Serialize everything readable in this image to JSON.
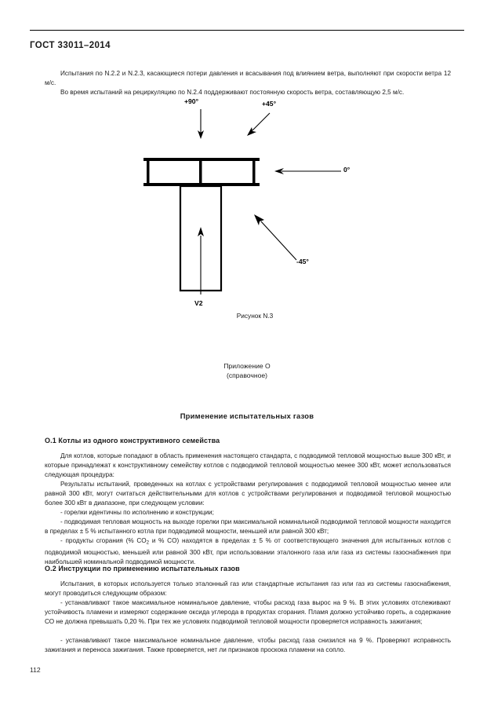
{
  "document": {
    "standard_title": "ГОСТ 33011–2014",
    "page_number": "112"
  },
  "intro": {
    "paragraph_1": "Испытания по N.2.2 и N.2.3, касающиеся потери давления и всасывания под влиянием ветра, выполняют при скорости ветра 12 м/с.",
    "paragraph_2": "Во время испытаний на рециркуляцию по N.2.4 поддерживают постоянную скорость ветра, составляющую 2,5 м/с."
  },
  "figure": {
    "caption": "Рисунок N.3",
    "labels": {
      "top": "+90°",
      "upper_right": "+45°",
      "right": "0°",
      "lower_right": "-45°",
      "flow": "V2"
    }
  },
  "appendix": {
    "name": "Приложение О",
    "kind": "(справочное)",
    "title": "Применение испытательных газов"
  },
  "section_o1": {
    "heading": "О.1 Котлы из одного конструктивного семейства",
    "paragraphs": [
      "Для котлов, которые попадают в область применения настоящего стандарта, с подводимой тепловой мощностью выше 300 кВт, и которые принадлежат к конструктивному семейству котлов с подводимой тепловой мощностью менее 300 кВт, может использоваться следующая процедура:",
      "Результаты испытаний, проведенных на котлах с устройствами регулирования с подводимой тепловой мощностью менее или равной 300 кВт, могут считаться действительными для котлов с устройствами регулирования и подводимой тепловой мощностью более 300 кВт в диапазоне, при следующем условии:"
    ],
    "bullets": [
      "- горелки идентичны по исполнению и конструкции;",
      "- подводимая тепловая мощность на выходе горелки при максимальной номинальной подводимой тепловой мощности находится в пределах ± 5 % испытанного котла при подводимой мощности, меньшей или равной 300 кВт;"
    ],
    "bullet_3_prefix": "- продукты сгорания (% CO",
    "bullet_3_sub": "2",
    "bullet_3_suffix": " и % CO) находятся в пределах ± 5 % от соответствующего значения для испытанных котлов с подводимой мощностью, меньшей или равной 300 кВт, при использовании эталонного газа или газа из системы газоснабжения при наибольшей номинальной подводимой мощности."
  },
  "section_o2": {
    "heading": "О.2 Инструкции по применению испытательных газов",
    "paragraphs": [
      "Испытания, в которых используется только эталонный газ или стандартные испытания газ или газ из системы газоснабжения, могут проводиться следующим образом:"
    ],
    "bullets": [
      "- устанавливают такое максимальное номинальное давление, чтобы расход газа вырос на 9 %. В этих условиях отслеживают устойчивость пламени и измеряют содержание оксида углерода в продуктах сгорания. Пламя должно устойчиво гореть, а содержание СО не должна превышать 0,20 %. При тех же условиях подводимой тепловой мощности проверяется исправность зажигания;",
      "- устанавливают такое максимальное номинальное давление, чтобы расход газа снизился на 9 %. Проверяют исправность зажигания и переноса зажигания. Также проверяется, нет ли признаков проскока пламени на сопло."
    ]
  }
}
